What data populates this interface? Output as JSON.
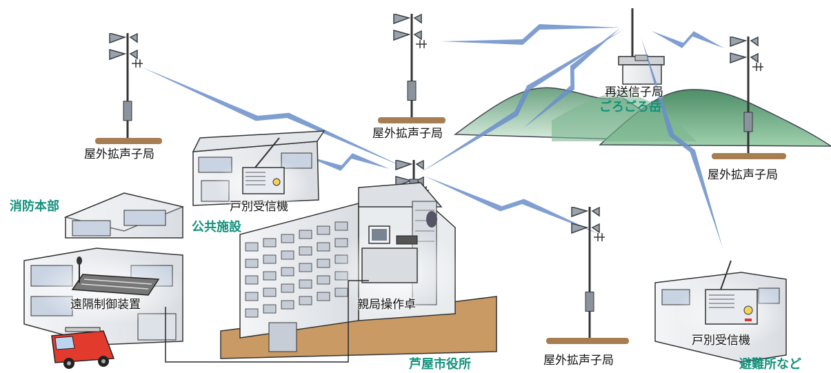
{
  "colors": {
    "site_label": "#13917c",
    "radio_link": "#6b8fc9",
    "ground_pad": "#a77d52",
    "mountain": "#5f9f74",
    "city_hall_base": "#c99a64"
  },
  "labels": {
    "speaker_top_left": "屋外拡声子局",
    "speaker_top_center": "屋外拡声子局",
    "speaker_right": "屋外拡声子局",
    "speaker_bottom": "屋外拡声子局",
    "relay_station": "再送信子局",
    "receiver_public": "戸別受信機",
    "receiver_shelter": "戸別受信機",
    "remote_control": "遠隔制御装置",
    "master_console": "親局操作卓"
  },
  "sites": {
    "mountain": "ごろごろ岳",
    "fire_hq": "消防本部",
    "public_facility": "公共施設",
    "city_hall": "芦屋市役所",
    "shelter": "避難所など"
  },
  "icons": [
    "antenna-mast-icon",
    "loudspeaker-icon",
    "radio-wave-link-icon",
    "fire-engine-icon",
    "microphone-icon",
    "radio-receiver-icon"
  ]
}
